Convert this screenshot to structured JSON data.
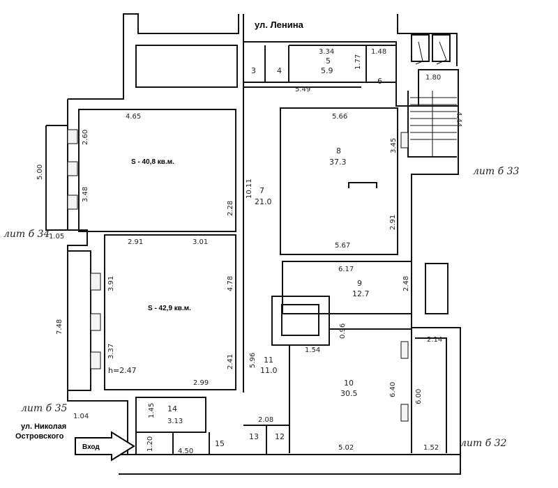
{
  "streets": {
    "top": "ул. Ленина",
    "left_line1": "ул. Николая",
    "left_line2": "Островского"
  },
  "entrance": {
    "label": "Вход"
  },
  "areas": {
    "upper_hall": "S - 40,8 кв.м.",
    "lower_hall": "S - 42,9 кв.м."
  },
  "lit_labels": {
    "b33": "лит б 33",
    "b34": "лит б 34",
    "b35": "лит б 35",
    "b32": "лит б 32"
  },
  "rooms": {
    "r3": "3",
    "r4": "4",
    "r5_num": "5",
    "r5_area": "5.9",
    "r6": "6",
    "r7_num": "7",
    "r7_area": "21.0",
    "r8_num": "8",
    "r8_area": "37.3",
    "r9_num": "9",
    "r9_area": "12.7",
    "r10_num": "10",
    "r10_area": "30.5",
    "r11_num": "11",
    "r11_area": "11.0",
    "r12": "12",
    "r13": "13",
    "r14": "14",
    "r15": "15"
  },
  "dimensions": {
    "d_3_34": "3.34",
    "d_1_48": "1.48",
    "d_1_77": "1.77",
    "d_1_80": "1.80",
    "d_5_49": "5.49",
    "d_4_44": "4.44",
    "d_4_65": "4.65",
    "d_5_66": "5.66",
    "d_2_60": "2.60",
    "d_3_45": "3.45",
    "d_5_00": "5.00",
    "d_3_48": "3.48",
    "d_10_11": "10.11",
    "d_2_28": "2.28",
    "d_1_05": "1.05",
    "d_2_91_top": "2.91",
    "d_3_01": "3.01",
    "d_2_91_right": "2.91",
    "d_5_67": "5.67",
    "d_6_17": "6.17",
    "d_3_91": "3.91",
    "d_4_78": "4.78",
    "d_2_48": "2.48",
    "d_7_48": "7.48",
    "d_0_96": "0.96",
    "d_1_54": "1.54",
    "d_2_14": "2.14",
    "d_3_37": "3.37",
    "d_h_2_47": "h=2.47",
    "d_5_96": "5.96",
    "d_2_41": "2.41",
    "d_2_99": "2.99",
    "d_6_40": "6.40",
    "d_6_00": "6.00",
    "d_1_04": "1.04",
    "d_1_45": "1.45",
    "d_3_13": "3.13",
    "d_2_08": "2.08",
    "d_1_20": "1.20",
    "d_4_50": "4.50",
    "d_5_02": "5.02",
    "d_1_52": "1.52"
  }
}
